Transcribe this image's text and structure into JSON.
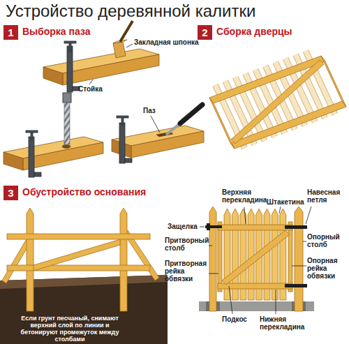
{
  "diagram": {
    "title": "Устройство деревянной калитки",
    "nodes": [
      {
        "text": [
          "1",
          "Выборка паза"
        ]
      },
      {
        "text": [
          "2",
          "Сборка дверцы"
        ]
      },
      {
        "text": [
          "3",
          "Обустройство основания"
        ]
      }
    ],
    "labels": [
      "Закладная шпонка",
      "Стойка",
      "Паз",
      "Верхняя перекладина",
      "Штакетина",
      "Навесная петля",
      "Защелка",
      "Притворный столб",
      "Опорный столб",
      "Притворная рейка обвязки",
      "Опорная рейка обвязки",
      "Если грунт песчаный, снимают верхний слой по линии и бетонируют промежуток между столбами",
      "Подкос",
      "Нижняя перекладина"
    ]
  }
}
